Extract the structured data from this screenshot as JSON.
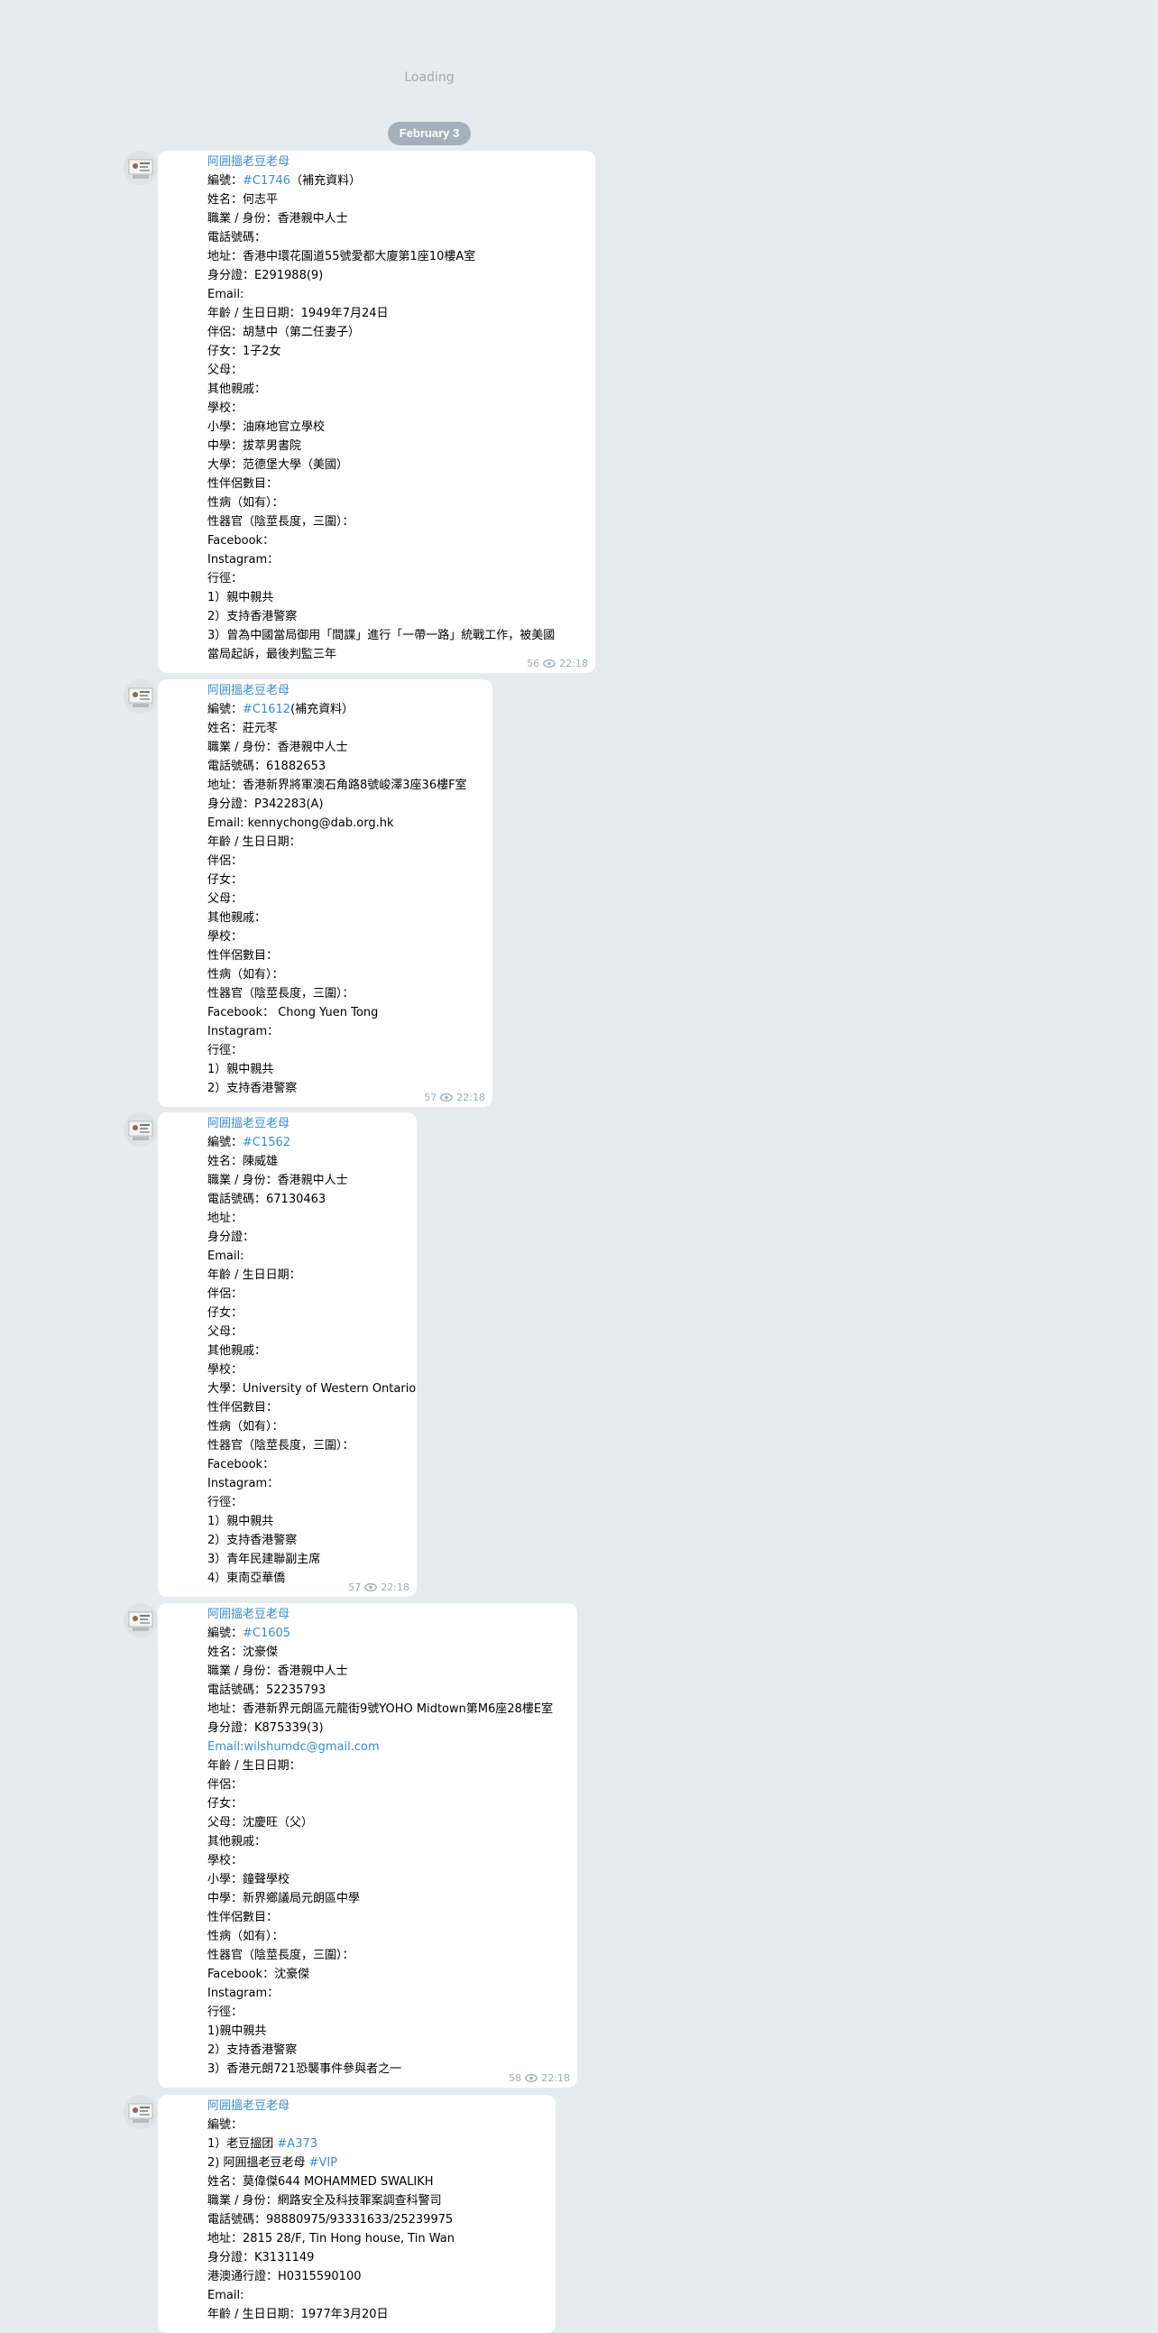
{
  "loading_text": "Loading",
  "date_label": "February 3",
  "messages": [
    {
      "sender": "阿囲搵老豆老母",
      "lines": [
        [
          "編號：",
          "#C1746",
          "（補充資料）"
        ],
        [
          "姓名：何志平"
        ],
        [
          "職業 / 身份：香港親中人士"
        ],
        [
          "電話號碼："
        ],
        [
          "地址：香港中環花園道55號愛都大廈第1座10樓A室"
        ],
        [
          "身分證：E291988(9)"
        ],
        [
          "Email:"
        ],
        [
          "年齡 / 生日日期：1949年7月24日"
        ],
        [
          "伴侶：胡慧中（第二任妻子）"
        ],
        [
          "仔女：1子2女"
        ],
        [
          "父母："
        ],
        [
          "其他親戚："
        ],
        [
          "學校："
        ],
        [
          "小學：油麻地官立學校"
        ],
        [
          "中學：拔萃男書院"
        ],
        [
          "大學：范德堡大學（美國）"
        ],
        [
          "性伴侶數目："
        ],
        [
          "性病（如有）："
        ],
        [
          "性器官（陰莖長度，三圍）："
        ],
        [
          "Facebook："
        ],
        [
          "Instagram："
        ],
        [
          "行徑："
        ],
        [
          "1）親中親共"
        ],
        [
          "2）支持香港警察"
        ],
        [
          "3）曾為中國當局御用「間諜」進行「一帶一路」統戰工作，被美國"
        ],
        [
          "當局起訴，最後判監三年"
        ]
      ],
      "views": "56",
      "time": "22:18"
    },
    {
      "sender": "阿囲搵老豆老母",
      "lines": [
        [
          "編號：",
          "#C1612",
          "(補充資料）"
        ],
        [
          "姓名：莊元苳"
        ],
        [
          "職業 / 身份：香港親中人士"
        ],
        [
          "電話號碼：61882653"
        ],
        [
          "地址：香港新界將軍澳石角路8號峻澤3座36樓F室"
        ],
        [
          "身分證：P342283(A)"
        ],
        [
          "Email: kennychong@dab.org.hk"
        ],
        [
          "年齡 / 生日日期："
        ],
        [
          "伴侶："
        ],
        [
          "仔女："
        ],
        [
          "父母："
        ],
        [
          "其他親戚："
        ],
        [
          "學校："
        ],
        [
          "性伴侶數目："
        ],
        [
          "性病（如有）："
        ],
        [
          "性器官（陰莖長度，三圍）："
        ],
        [
          "Facebook： Chong Yuen Tong"
        ],
        [
          "Instagram："
        ],
        [
          "行徑："
        ],
        [
          "1）親中親共"
        ],
        [
          "2）支持香港警察"
        ]
      ],
      "views": "57",
      "time": "22:18"
    },
    {
      "sender": "阿囲搵老豆老母",
      "lines": [
        [
          "編號：",
          "#C1562",
          ""
        ],
        [
          "姓名：陳威雄"
        ],
        [
          "職業 / 身份：香港親中人士"
        ],
        [
          "電話號碼：67130463"
        ],
        [
          "地址："
        ],
        [
          "身分證："
        ],
        [
          "Email:"
        ],
        [
          "年齡 / 生日日期："
        ],
        [
          "伴侶："
        ],
        [
          "仔女："
        ],
        [
          "父母："
        ],
        [
          "其他親戚："
        ],
        [
          "學校："
        ],
        [
          "大學：University of Western Ontario"
        ],
        [
          "性伴侶數目："
        ],
        [
          "性病（如有）："
        ],
        [
          "性器官（陰莖長度，三圍）："
        ],
        [
          "Facebook："
        ],
        [
          "Instagram："
        ],
        [
          "行徑："
        ],
        [
          "1）親中親共"
        ],
        [
          "2）支持香港警察"
        ],
        [
          "3）青年民建聯副主席"
        ],
        [
          "4）東南亞華僑"
        ]
      ],
      "views": "57",
      "time": "22:18"
    },
    {
      "sender": "阿囲搵老豆老母",
      "lines": [
        [
          "編號：",
          "#C1605",
          ""
        ],
        [
          "姓名：沈豪傑"
        ],
        [
          "職業 / 身份：香港親中人士"
        ],
        [
          "電話號碼：52235793"
        ],
        [
          "地址：香港新界元朗區元龍街9號YOHO Midtown第M6座28樓E室"
        ],
        [
          "身分證：K875339(3)"
        ],
        [
          "",
          "Email:wilshumdc@gmail.com",
          ""
        ],
        [
          "年齡 / 生日日期："
        ],
        [
          "伴侶："
        ],
        [
          "仔女："
        ],
        [
          "父母：沈慶旺（父）"
        ],
        [
          "其他親戚："
        ],
        [
          "學校："
        ],
        [
          "小學：鐘聲學校"
        ],
        [
          "中學：新界鄉議局元朗區中學"
        ],
        [
          "性伴侶數目："
        ],
        [
          "性病（如有）："
        ],
        [
          "性器官（陰莖長度，三圍）："
        ],
        [
          "Facebook：沈豪傑"
        ],
        [
          "Instagram："
        ],
        [
          "行徑："
        ],
        [
          "1)親中親共"
        ],
        [
          "2）支持香港警察"
        ],
        [
          "3）香港元朗721恐襲事件參與者之一"
        ]
      ],
      "views": "58",
      "time": "22:18"
    },
    {
      "sender": "阿囲搵老豆老母",
      "lines": [
        [
          "編號："
        ],
        [
          "1）老豆搵团 ",
          "#A373",
          ""
        ],
        [
          "2) 阿囲搵老豆老母 ",
          "#VIP",
          ""
        ],
        [
          "姓名：莫偉傑644 MOHAMMED SWALIKH"
        ],
        [
          "職業 / 身份：網路安全及科技罪案調查科警司"
        ],
        [
          "電話號碼：98880975/93331633/25239975"
        ],
        [
          "地址：2815 28/F, Tin Hong house, Tin Wan"
        ],
        [
          "身分證：K3131149"
        ],
        [
          "港澳通行證：H0315590100"
        ],
        [
          "Email:"
        ],
        [
          "年齡 / 生日日期：1977年3月20日"
        ]
      ],
      "views": "",
      "time": ""
    }
  ]
}
